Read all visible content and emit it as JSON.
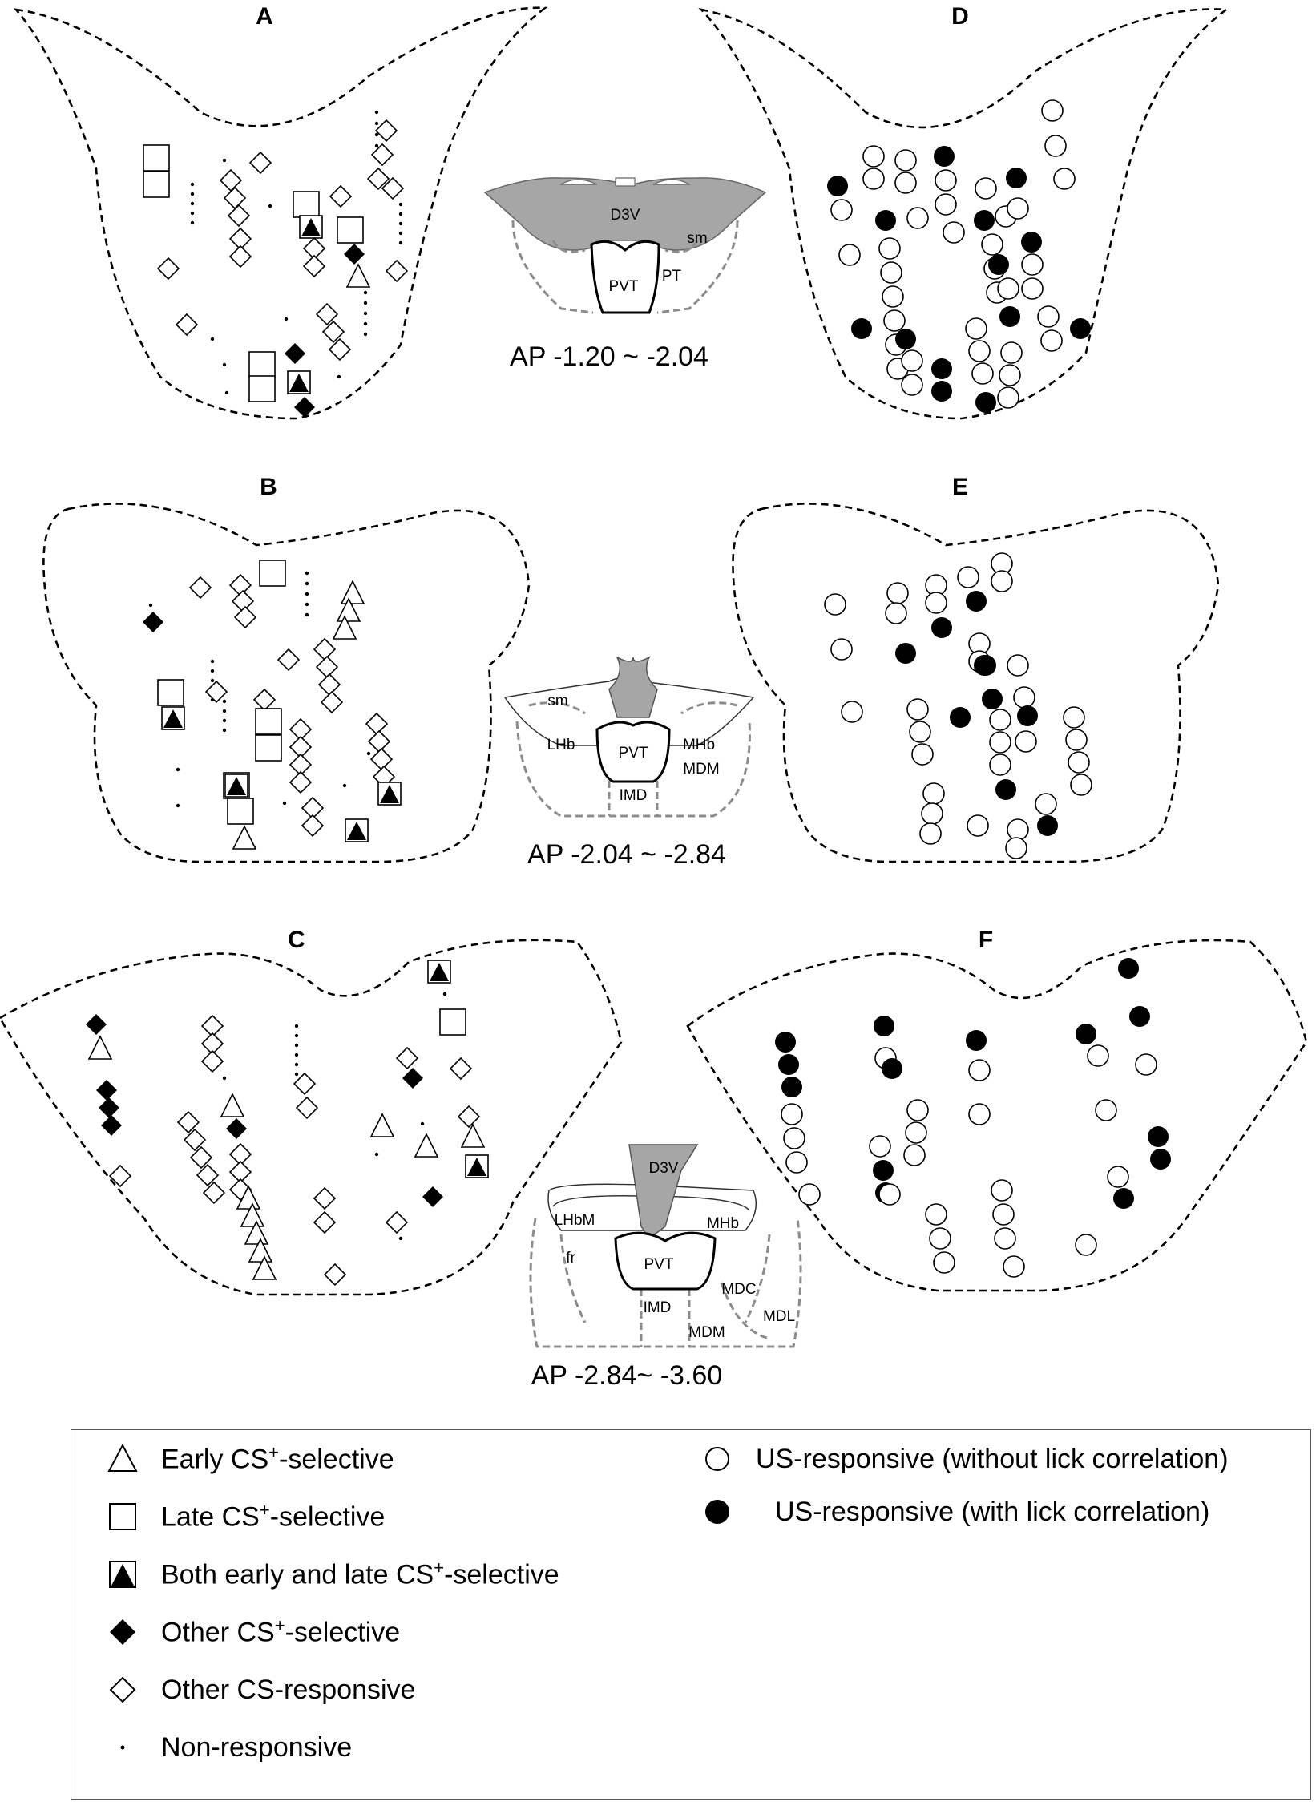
{
  "panels": [
    {
      "id": "A",
      "label": "A"
    },
    {
      "id": "B",
      "label": "B"
    },
    {
      "id": "C",
      "label": "C"
    },
    {
      "id": "D",
      "label": "D"
    },
    {
      "id": "E",
      "label": "E"
    },
    {
      "id": "F",
      "label": "F"
    }
  ],
  "atlas": [
    {
      "ap": "AP -1.20 ~ -2.04",
      "regions": [
        "D3V",
        "sm",
        "PVT",
        "PT"
      ]
    },
    {
      "ap": "AP -2.04 ~ -2.84",
      "regions": [
        "sm",
        "LHb",
        "MHb",
        "PVT",
        "MDM",
        "IMD"
      ]
    },
    {
      "ap": "AP -2.84~ -3.60",
      "regions": [
        "D3V",
        "LHbM",
        "MHb",
        "fr",
        "PVT",
        "IMD",
        "MDC",
        "MDM",
        "MDL"
      ]
    }
  ],
  "legend": {
    "early": {
      "text": "Early CS",
      "sup": "+",
      "suffix": "-selective"
    },
    "late": {
      "text": "Late CS",
      "sup": "+",
      "suffix": "-selective"
    },
    "both": {
      "text": "Both early and late CS",
      "sup": "+",
      "suffix": "-selective"
    },
    "other_sel": {
      "text": "Other CS",
      "sup": "+",
      "suffix": "-selective"
    },
    "other_resp": {
      "text": "Other CS-responsive"
    },
    "non": {
      "text": "Non-responsive"
    },
    "us_open": {
      "text": "US-responsive (without lick correlation)"
    },
    "us_filled": {
      "text": "US-responsive (with lick correlation)"
    }
  },
  "colors": {
    "fill_gray": "#a6a6a6",
    "line_gray": "#8c8c8c",
    "ink": "#000000"
  }
}
